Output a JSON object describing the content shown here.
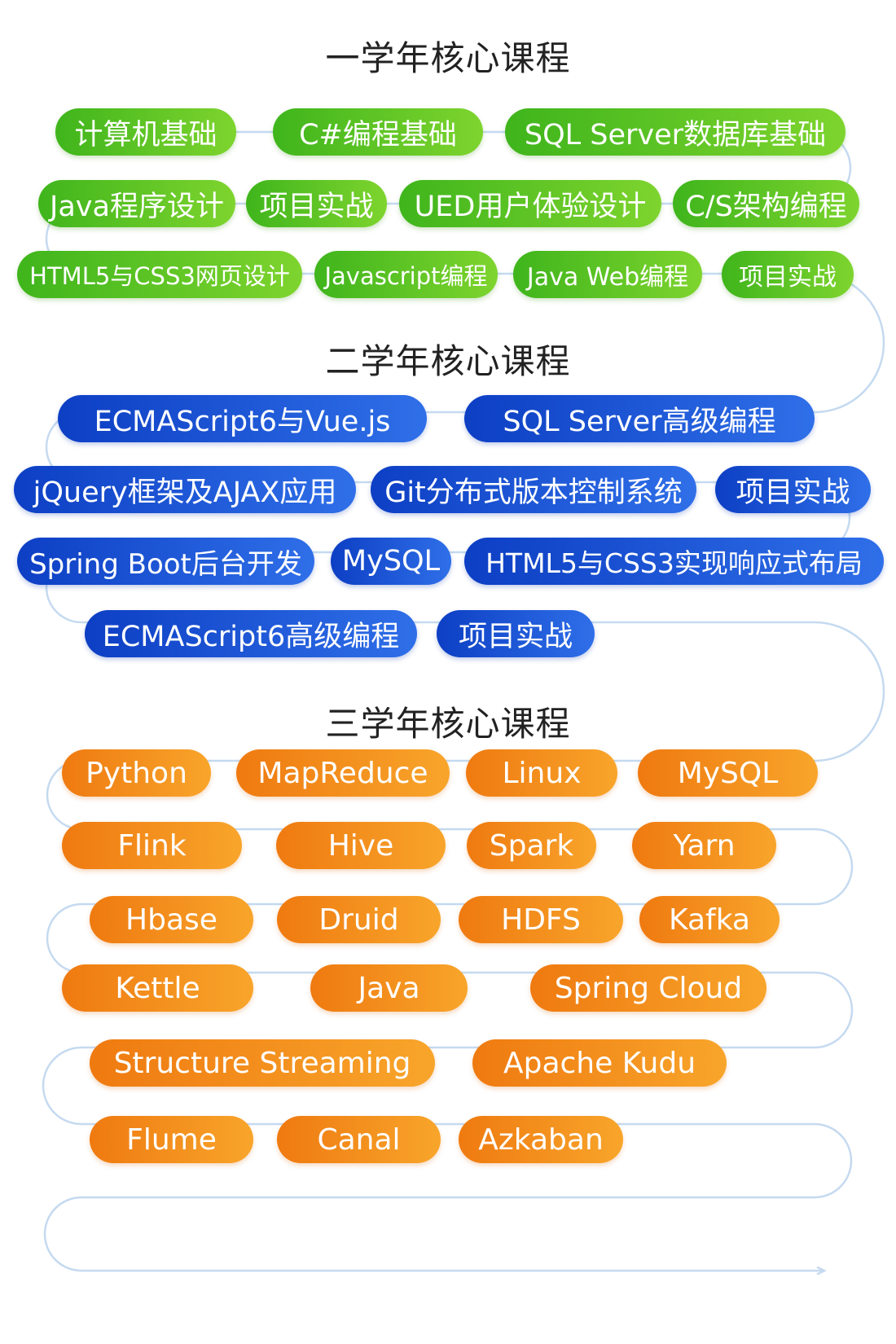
{
  "sections": [
    {
      "id": "year1",
      "title": "一学年核心课程",
      "theme": "green",
      "courses": [
        "计算机基础",
        "C#编程基础",
        "SQL Server数据库基础",
        "Java程序设计",
        "项目实战",
        "UED用户体验设计",
        "C/S架构编程",
        "HTML5与CSS3网页设计",
        "Javascript编程",
        "Java Web编程",
        "项目实战"
      ]
    },
    {
      "id": "year2",
      "title": "二学年核心课程",
      "theme": "blue",
      "courses": [
        "ECMAScript6与Vue.js",
        "SQL Server高级编程",
        "jQuery框架及AJAX应用",
        "Git分布式版本控制系统",
        "项目实战",
        "Spring Boot后台开发",
        "MySQL",
        "HTML5与CSS3实现响应式布局",
        "ECMAScript6高级编程",
        "项目实战"
      ]
    },
    {
      "id": "year3",
      "title": "三学年核心课程",
      "theme": "orange",
      "courses": [
        "Python",
        "MapReduce",
        "Linux",
        "MySQL",
        "Flink",
        "Hive",
        "Spark",
        "Yarn",
        "Hbase",
        "Druid",
        "HDFS",
        "Kafka",
        "Kettle",
        "Java",
        "Spring Cloud",
        "Structure Streaming",
        "Apache Kudu",
        "Flume",
        "Canal",
        "Azkaban"
      ]
    }
  ],
  "colors": {
    "green_start": "#3fb51c",
    "green_end": "#7ed42e",
    "blue_start": "#0d3fc4",
    "blue_end": "#2f6fe8",
    "orange_start": "#ef7a10",
    "orange_end": "#f8a52b",
    "path_line": "#c5daf0",
    "heading_text": "#222222"
  }
}
